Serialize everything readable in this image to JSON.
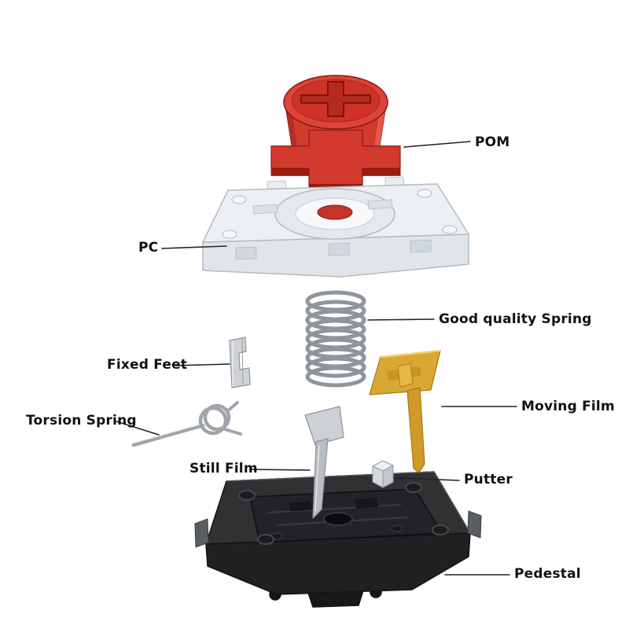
{
  "diagram": {
    "subject": "Mechanical keyboard switch exploded view",
    "background_color": "#ffffff",
    "label_text_color": "#111111",
    "leader_line_color": "#222222",
    "parts": [
      {
        "id": "pom",
        "label": "POM",
        "color": "#d23a2e",
        "label_side": "right"
      },
      {
        "id": "pc",
        "label": "PC",
        "color": "#edf0f3",
        "label_side": "left"
      },
      {
        "id": "spring",
        "label": "Good quality Spring",
        "color": "#8f959b",
        "label_side": "right"
      },
      {
        "id": "fixed-feet",
        "label": "Fixed Feet",
        "color": "#ced2d6",
        "label_side": "left"
      },
      {
        "id": "torsion-spring",
        "label": "Torsion Spring",
        "color": "#9fa4aa",
        "label_side": "left"
      },
      {
        "id": "moving-film",
        "label": "Moving Film",
        "color": "#d9a733",
        "label_side": "right"
      },
      {
        "id": "still-film",
        "label": "Still Film",
        "color": "#cdd1d5",
        "label_side": "left"
      },
      {
        "id": "putter",
        "label": "Putter",
        "color": "#eef0f1",
        "label_side": "right"
      },
      {
        "id": "pedestal",
        "label": "Pedestal",
        "color": "#313134",
        "label_side": "right"
      }
    ]
  }
}
